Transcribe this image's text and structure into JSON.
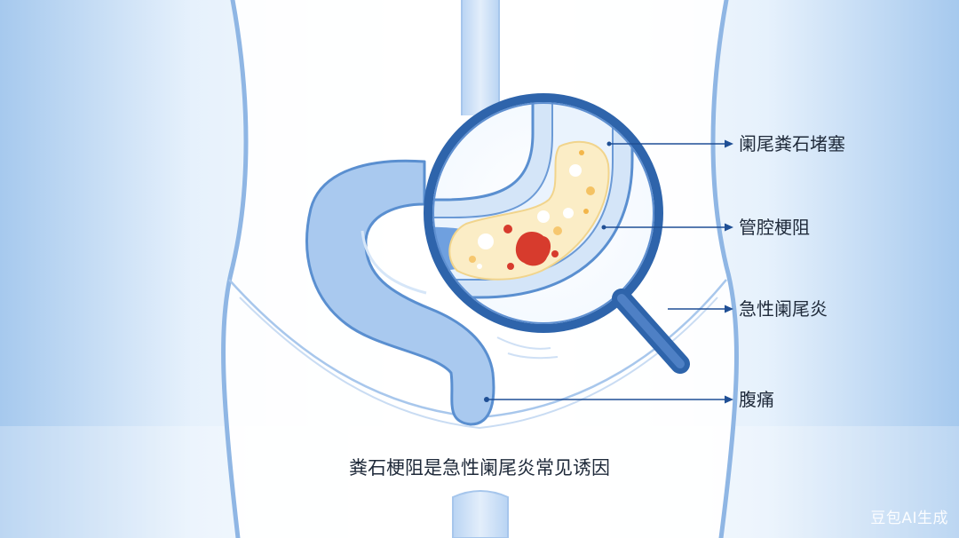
{
  "labels": {
    "fecalith": "阑尾粪石堵塞",
    "obstruction": "管腔梗阻",
    "appendicitis": "急性阑尾炎",
    "abdominal_pain": "腹痛"
  },
  "caption": "粪石梗阻是急性阑尾炎常见诱因",
  "watermark": "豆包AI生成",
  "colors": {
    "background_edge": "#a9cbef",
    "body_outline": "#8fb6e4",
    "intestine_fill": "#a9c9ef",
    "intestine_stroke": "#5a8fd0",
    "lumen_fill": "#6fa0df",
    "magnifier_ring": "#2e64ab",
    "fecalith_fill": "#fbedc6",
    "fecalith_red": "#d73b2d",
    "fecalith_orange": "#f3b64a",
    "pointer_line": "#1f4f95",
    "label_text": "#1f2a3a"
  },
  "icons": {
    "magnifier": "magnifying-glass-icon"
  }
}
